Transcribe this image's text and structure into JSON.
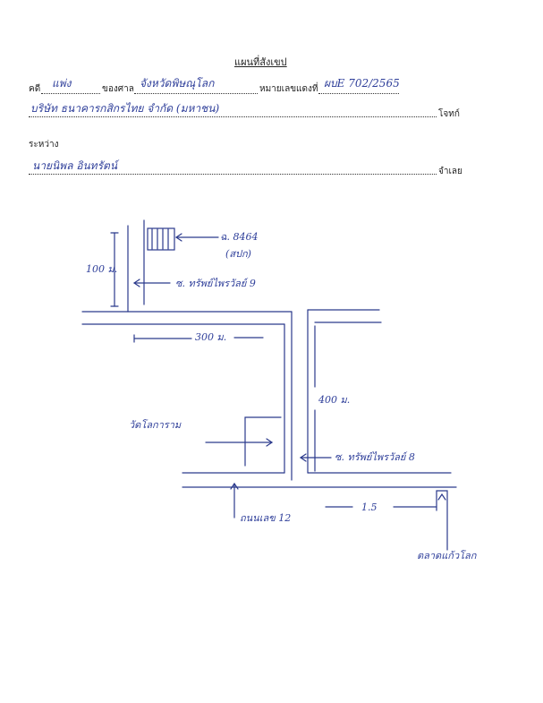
{
  "form": {
    "title": "แผนที่สังเขป",
    "case_label": "คดี",
    "case_type": "แพ่ง",
    "court_label": "ของศาล",
    "court_name": "จังหวัดพิษณุโลก",
    "red_number_label": "หมายเลขแดงที่",
    "red_number": "ผบE 702/2565",
    "plaintiff": "บริษัท ธนาคารกสิกรไทย จำกัด (มหาชน)",
    "plaintiff_label": "โจทก์",
    "between_label": "ระหว่าง",
    "defendant": "นายนิพล อินทรัตน์",
    "defendant_label": "จำเลย"
  },
  "map": {
    "deed": "ฉ. 8464",
    "deed_note": "(สปก)",
    "dist_100": "100 ม.",
    "soi_9": "ซ. ทรัพย์ไพรวัลย์ 9",
    "dist_300": "300 ม.",
    "dist_400": "400 ม.",
    "temple": "วัดโลการาม",
    "soi_8": "ซ. ทรัพย์ไพรวัลย์ 8",
    "road": "ถนนเลข 12",
    "dist_15": "1.5",
    "market": "ตลาดแก้วโลก"
  }
}
